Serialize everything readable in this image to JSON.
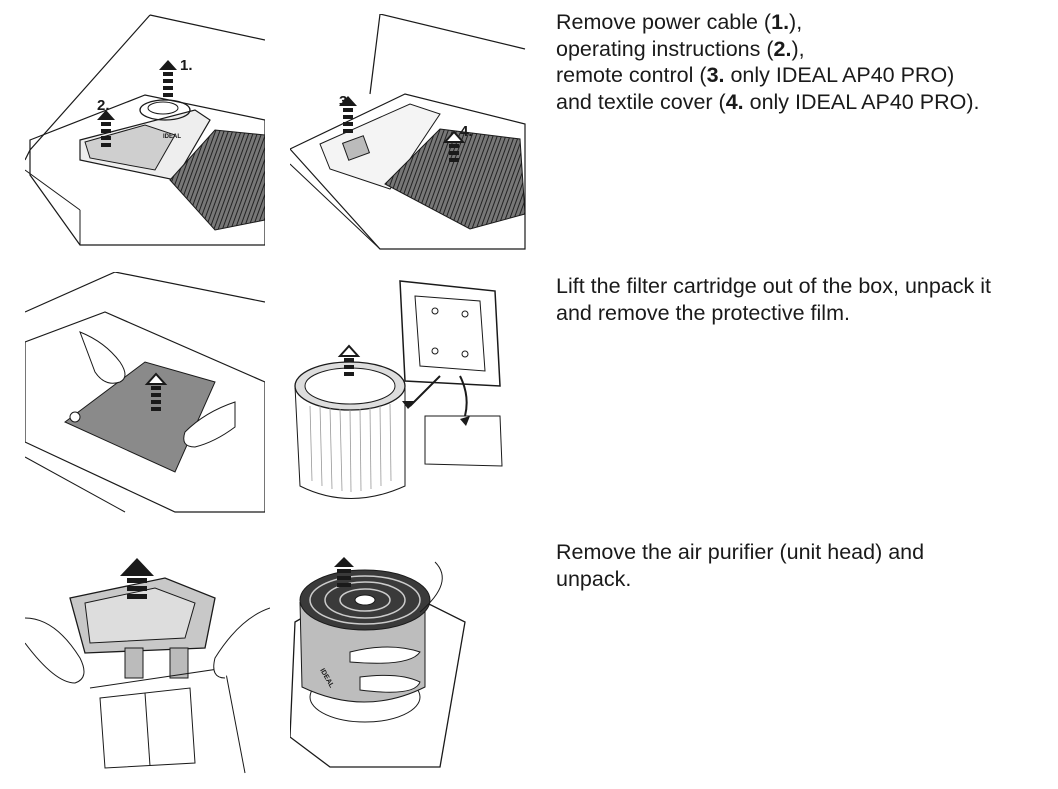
{
  "steps": [
    {
      "lines": [
        {
          "parts": [
            "Remove power cable (",
            "1.",
            "),"
          ]
        },
        {
          "parts": [
            "operating instructions (",
            "2.",
            "),"
          ]
        },
        {
          "parts": [
            "remote control (",
            "3.",
            " only IDEAL AP40 PRO)"
          ]
        },
        {
          "parts": [
            "and textile cover (",
            "4.",
            " only IDEAL AP40 PRO)."
          ]
        }
      ],
      "labels": {
        "one": "1.",
        "two": "2.",
        "three": "3.",
        "four": "4."
      },
      "brand_tag": "IDEAL"
    },
    {
      "lines": [
        {
          "parts": [
            "Lift the filter cartridge out of the box, unpack it"
          ]
        },
        {
          "parts": [
            "and remove the protective film."
          ]
        }
      ]
    },
    {
      "lines": [
        {
          "parts": [
            "Remove the air purifier (unit head) and"
          ]
        },
        {
          "parts": [
            "unpack."
          ]
        }
      ],
      "brand_tag": "IDEAL"
    }
  ],
  "colors": {
    "ink": "#1a1a1a",
    "shade": "#bdbdbd",
    "dark": "#3a3a3a"
  }
}
